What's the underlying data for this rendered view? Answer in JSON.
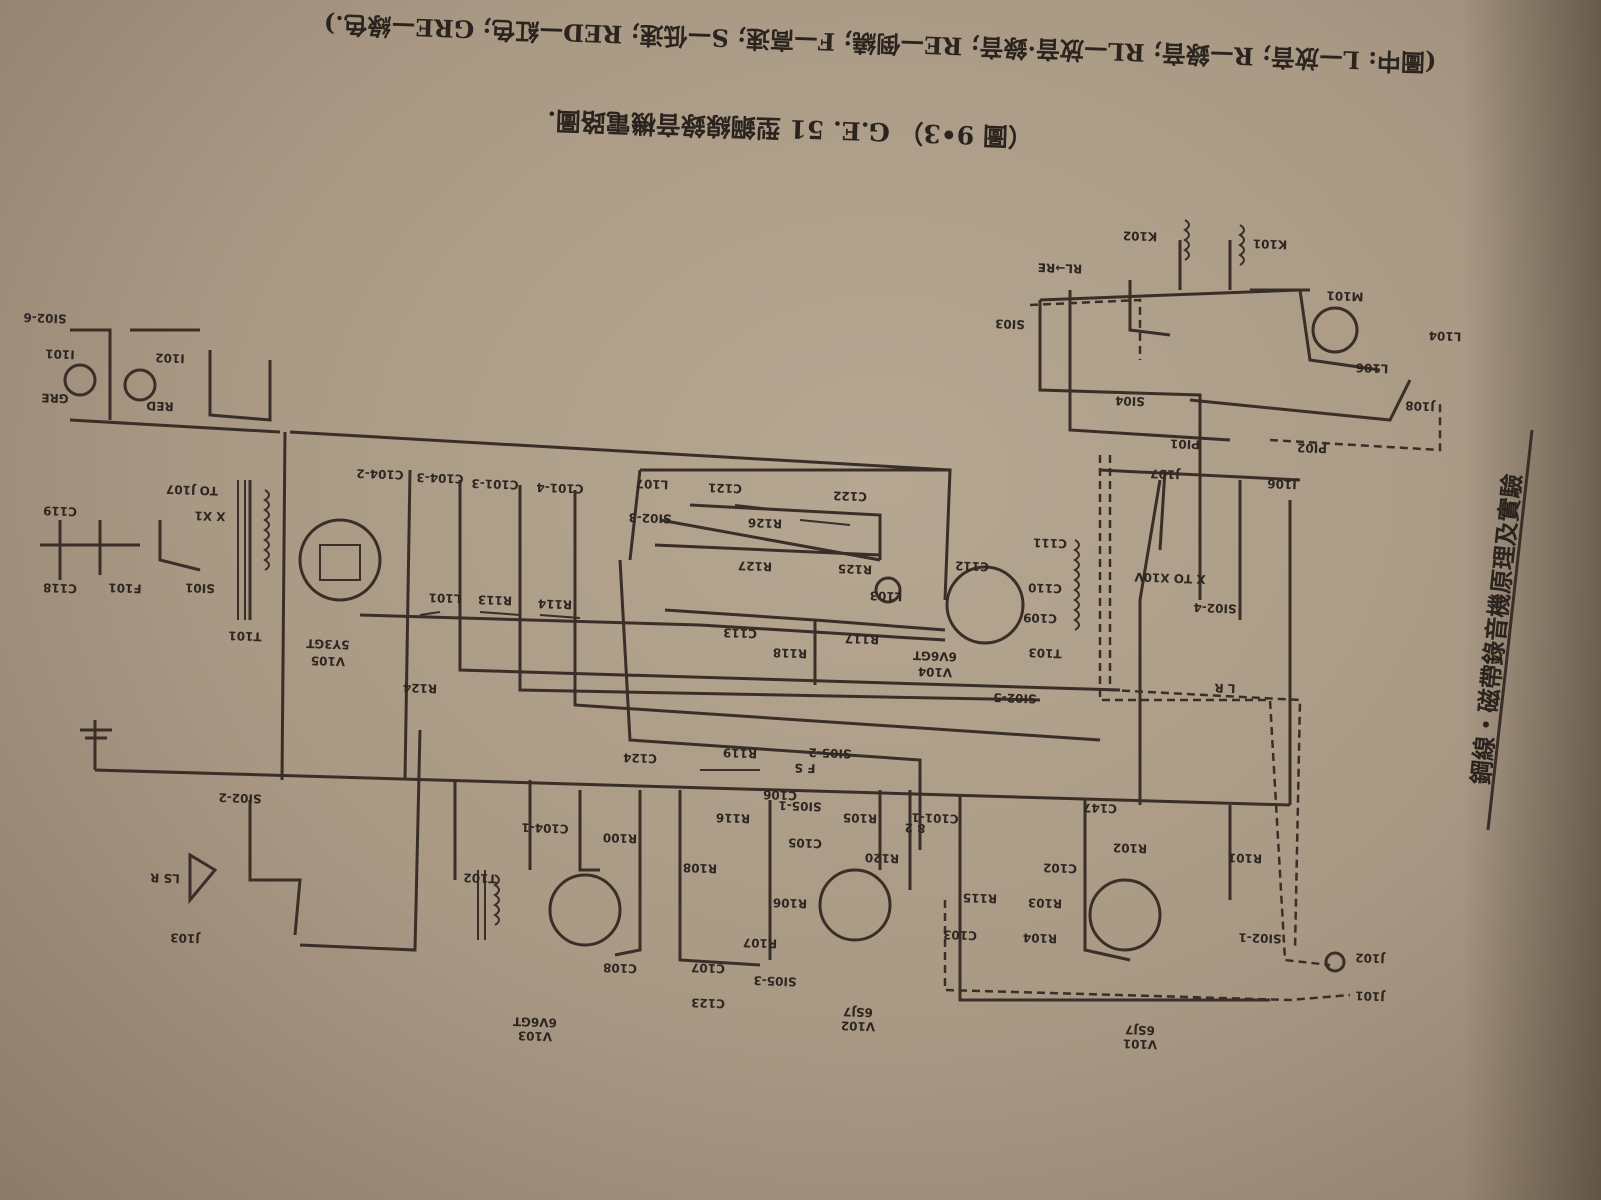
{
  "caption": {
    "figure_title": "（圖 9•3） G.E. 51 型鋼線錄音機電路圖.",
    "legend_note": "(圖中: L—放音; R—錄音; RL—放音·錄音; RE—倒繞; F—高速; S—低速; RED—紅色; GRE—綠色.)"
  },
  "side_header": "鋼線・磁帶錄音機原理及實驗",
  "components": {
    "K102": "K102",
    "K101": "K101",
    "RLRE": "RL→RE",
    "M101": "M101",
    "SI03": "SI03",
    "L104": "L104",
    "L106": "L106",
    "SI04": "SI04",
    "J108": "J108",
    "PI01": "PI01",
    "PI02": "PI02",
    "J107": "J107",
    "J106": "J106",
    "SI02_6": "SI02-6",
    "I101": "I101",
    "I102": "I102",
    "GRE": "GRE",
    "RED": "RED",
    "C104_2": "C104-2",
    "C104_3": "C104-3",
    "C101_3": "C101-3",
    "C101_4": "C101-4",
    "L107": "L107",
    "C121": "C121",
    "C122": "C122",
    "TOJ107": "TO J107",
    "C119": "C119",
    "SI02_3": "SI02-3",
    "R126": "R126",
    "R127": "R127",
    "R125": "R125",
    "X1X": "X X1",
    "L103": "L103",
    "C112": "C112",
    "C111": "C111",
    "SI01": "SI01",
    "F101": "F101",
    "C118": "C118",
    "C110": "C110",
    "C109": "C109",
    "XTOX10V": "X TO X10V",
    "SI02_4": "SI02-4",
    "C113": "C113",
    "R117": "R117",
    "T101": "T101",
    "L101": "L101",
    "R113": "R113",
    "R114": "R114",
    "V105": "V105",
    "V105t": "5Y3GT",
    "R118": "R118",
    "V104": "V104",
    "V104t": "6V6GT",
    "T103": "T103",
    "SI02_5": "SI02-5",
    "LR": "L  R",
    "R124": "R124",
    "C124": "C124",
    "R119": "R119",
    "SI05_2": "SI05-2",
    "FS": "F  S",
    "C106": "C106",
    "SI05_1": "SI05-1",
    "R116": "R116",
    "C101_1": "C101-1",
    "B2": "8 2",
    "C104_1": "C104-1",
    "R100": "R100",
    "C105": "C105",
    "R105": "R105",
    "R120": "R120",
    "C147": "C147",
    "C102": "C102",
    "R102": "R102",
    "R101": "R101",
    "SI02_2": "SI02-2",
    "LSR": "LS R",
    "T102": "T102",
    "R108": "R108",
    "R106": "R106",
    "R107": "R107",
    "R115": "R115",
    "R103": "R103",
    "R104": "R104",
    "C103": "C103",
    "SI02_1": "SI02-1",
    "J102": "J102",
    "J103": "J103",
    "C108": "C108",
    "C107": "C107",
    "SI05_3": "SI05-3",
    "C123": "C123",
    "J101": "J101",
    "V103": "V103",
    "V103t": "6V6GT",
    "V102": "V102",
    "V102t": "6SJ7",
    "V101": "V101",
    "V101t": "6SJ7"
  },
  "colors": {
    "paper": "#b0a08c",
    "ink": "#3a2f28"
  }
}
